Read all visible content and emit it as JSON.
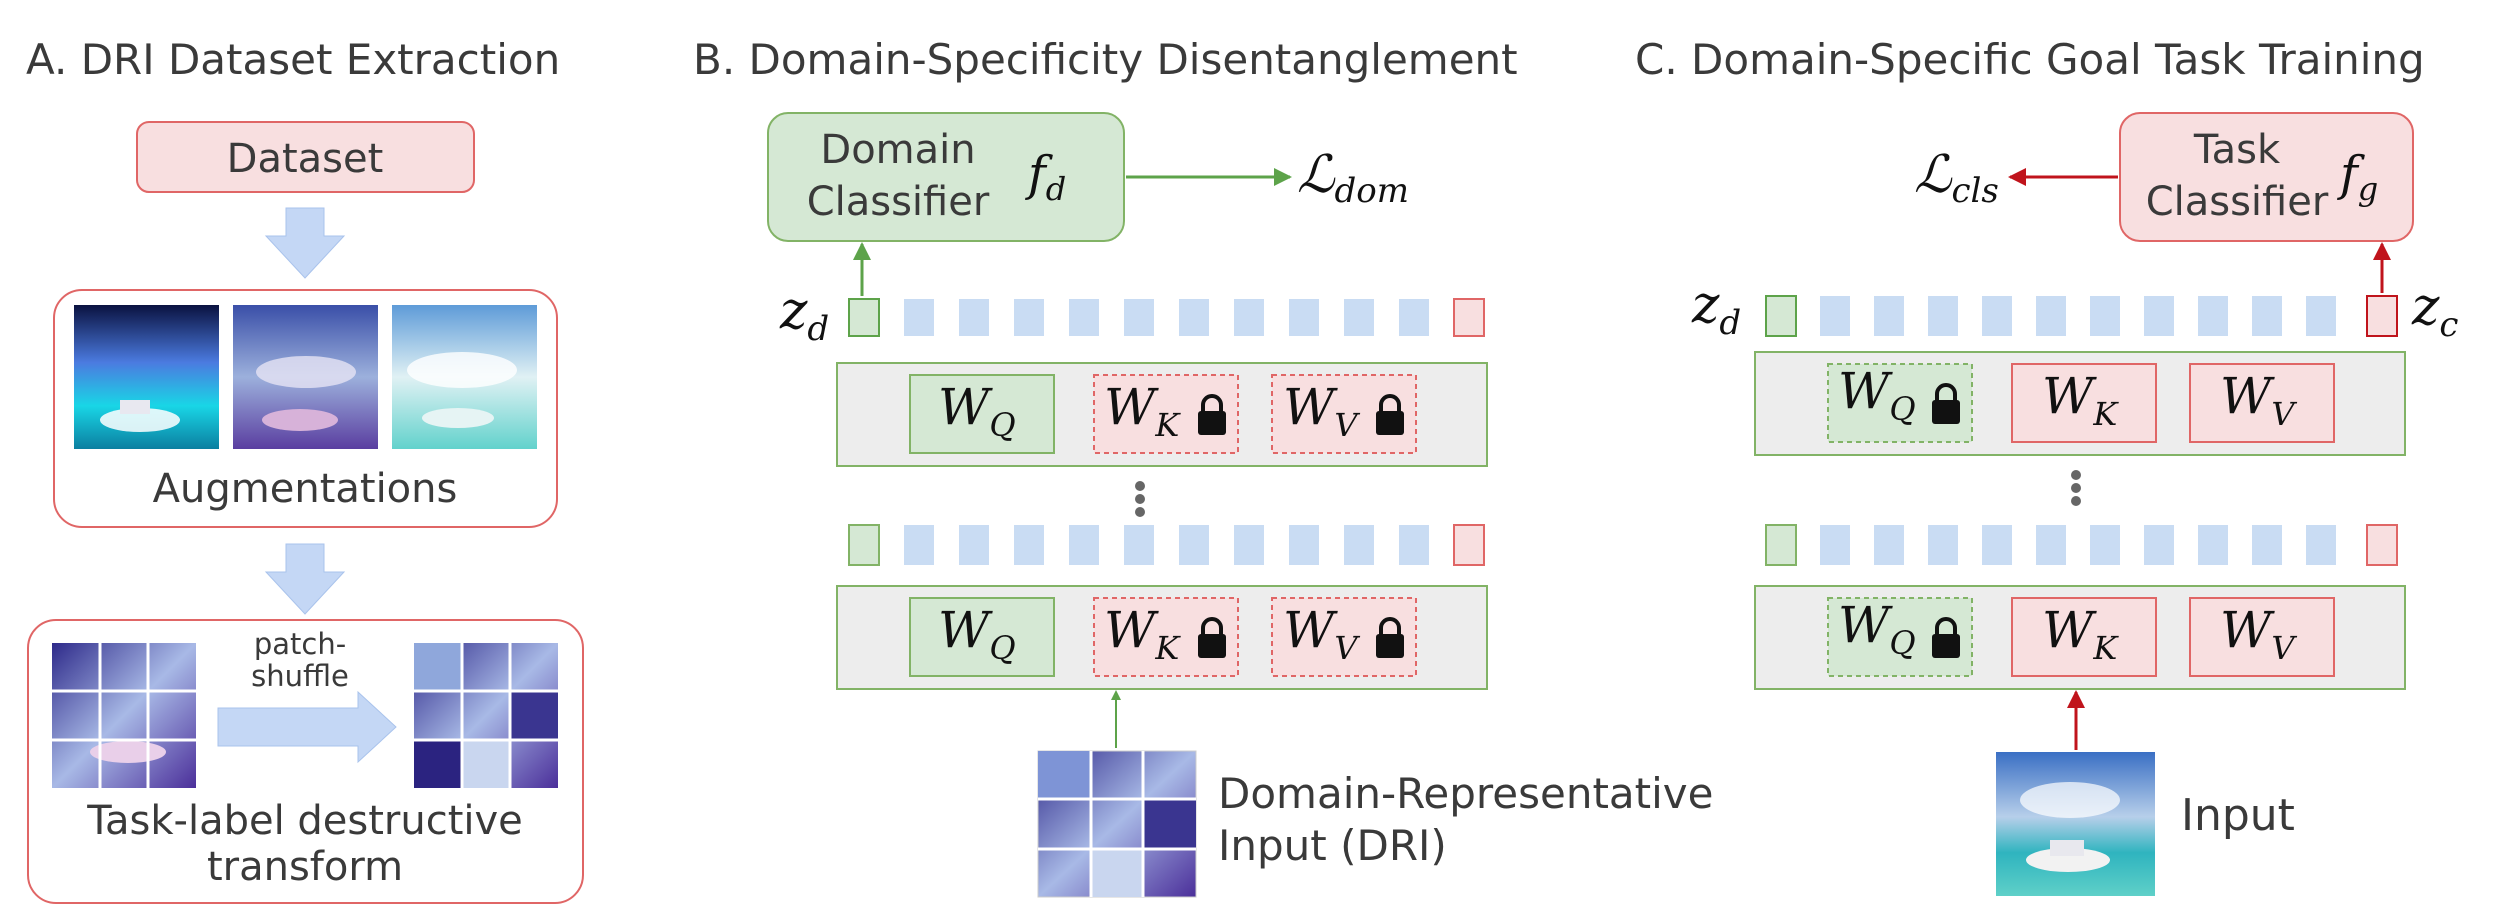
{
  "panels": {
    "a": {
      "title": "A. DRI Dataset Extraction",
      "dataset_label": "Dataset",
      "augmentations_label": "Augmentations",
      "transform_arrow_label_line1": "patch-",
      "transform_arrow_label_line2": "shuffle",
      "transform_label_line1": "Task-label destructive",
      "transform_label_line2": "transform"
    },
    "b": {
      "title": "B. Domain-Specificity Disentanglement",
      "classifier_line1": "Domain",
      "classifier_line2": "Classifier",
      "classifier_symbol": "f",
      "classifier_symbol_sub": "d",
      "loss_symbol": "ℒ",
      "loss_sub": "dom",
      "token_symbol": "z",
      "token_sub": "d",
      "wq_symbol": "W",
      "wq_sub": "Q",
      "wk_symbol": "W",
      "wk_sub": "K",
      "wv_symbol": "W",
      "wv_sub": "V",
      "input_label_line1": "Domain-Representative",
      "input_label_line2": "Input (DRI)"
    },
    "c": {
      "title": "C. Domain-Specific Goal Task Training",
      "classifier_line1": "Task",
      "classifier_line2": "Classifier",
      "classifier_symbol": "f",
      "classifier_symbol_sub": "g",
      "loss_symbol": "ℒ",
      "loss_sub": "cls",
      "token_d_symbol": "z",
      "token_d_sub": "d",
      "token_c_symbol": "z",
      "token_c_sub": "c",
      "wq_symbol": "W",
      "wq_sub": "Q",
      "wk_symbol": "W",
      "wk_sub": "K",
      "wv_symbol": "W",
      "wv_sub": "V",
      "input_label": "Input"
    }
  },
  "colors": {
    "green_fill": "#d5e8d4",
    "green_stroke": "#82b366",
    "green_arrow": "#5da34a",
    "red_fill": "#f8dfe0",
    "red_stroke": "#e06666",
    "red_arrow": "#c0141c",
    "blue_token": "#c9dcf3",
    "blue_arrow": "#c4d7f5",
    "layer_fill": "#ededed"
  }
}
